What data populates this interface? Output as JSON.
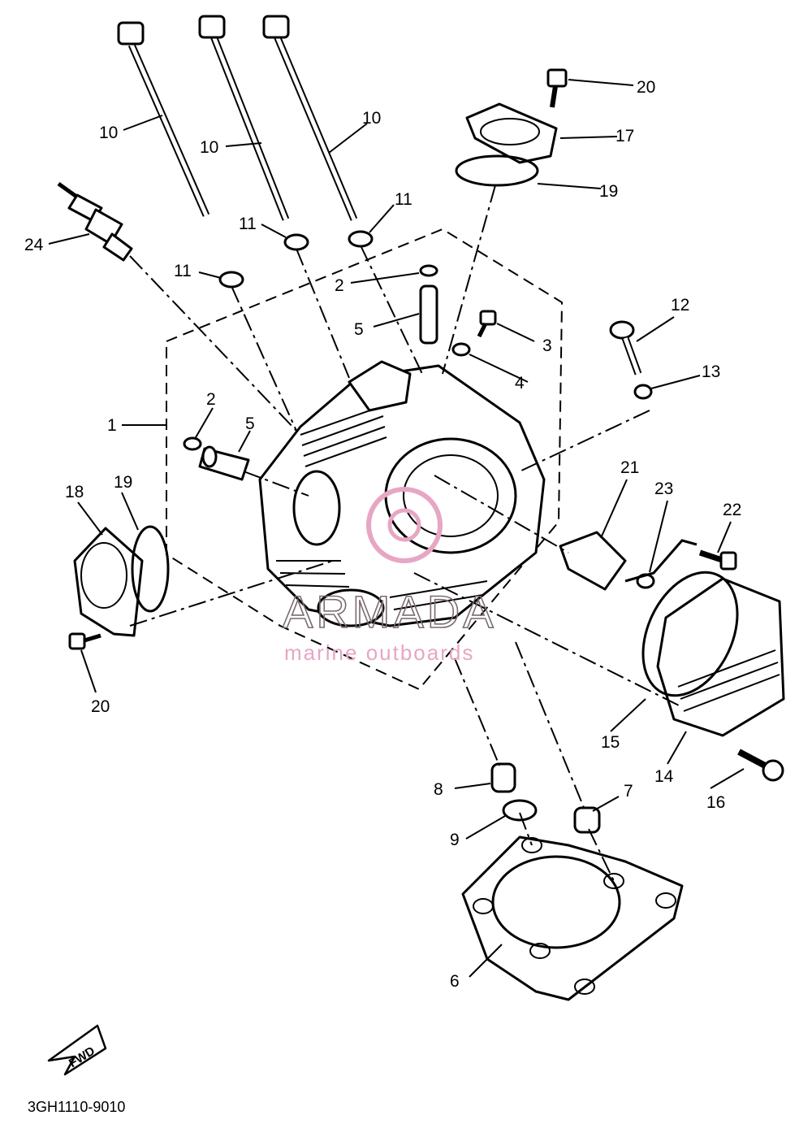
{
  "diagram_code": "3GH1110-9010",
  "fwd_label": "FWD",
  "watermark": {
    "brand": "ARMADA",
    "tagline": "marine outboards",
    "brand_color": "#7a6a6e",
    "accent_color": "#e7a6c4"
  },
  "callouts": [
    {
      "id": "c10a",
      "text": "10"
    },
    {
      "id": "c10b",
      "text": "10"
    },
    {
      "id": "c10c",
      "text": "10"
    },
    {
      "id": "c11a",
      "text": "11"
    },
    {
      "id": "c11b",
      "text": "11"
    },
    {
      "id": "c11c",
      "text": "11"
    },
    {
      "id": "c24",
      "text": "24"
    },
    {
      "id": "c2a",
      "text": "2"
    },
    {
      "id": "c5a",
      "text": "5"
    },
    {
      "id": "c3",
      "text": "3"
    },
    {
      "id": "c4",
      "text": "4"
    },
    {
      "id": "c20a",
      "text": "20"
    },
    {
      "id": "c17",
      "text": "17"
    },
    {
      "id": "c19a",
      "text": "19"
    },
    {
      "id": "c12",
      "text": "12"
    },
    {
      "id": "c13",
      "text": "13"
    },
    {
      "id": "c1",
      "text": "1"
    },
    {
      "id": "c2b",
      "text": "2"
    },
    {
      "id": "c5b",
      "text": "5"
    },
    {
      "id": "c18",
      "text": "18"
    },
    {
      "id": "c19b",
      "text": "19"
    },
    {
      "id": "c20b",
      "text": "20"
    },
    {
      "id": "c21",
      "text": "21"
    },
    {
      "id": "c23",
      "text": "23"
    },
    {
      "id": "c22",
      "text": "22"
    },
    {
      "id": "c15",
      "text": "15"
    },
    {
      "id": "c14",
      "text": "14"
    },
    {
      "id": "c16",
      "text": "16"
    },
    {
      "id": "c8",
      "text": "8"
    },
    {
      "id": "c7",
      "text": "7"
    },
    {
      "id": "c9",
      "text": "9"
    },
    {
      "id": "c6",
      "text": "6"
    }
  ]
}
